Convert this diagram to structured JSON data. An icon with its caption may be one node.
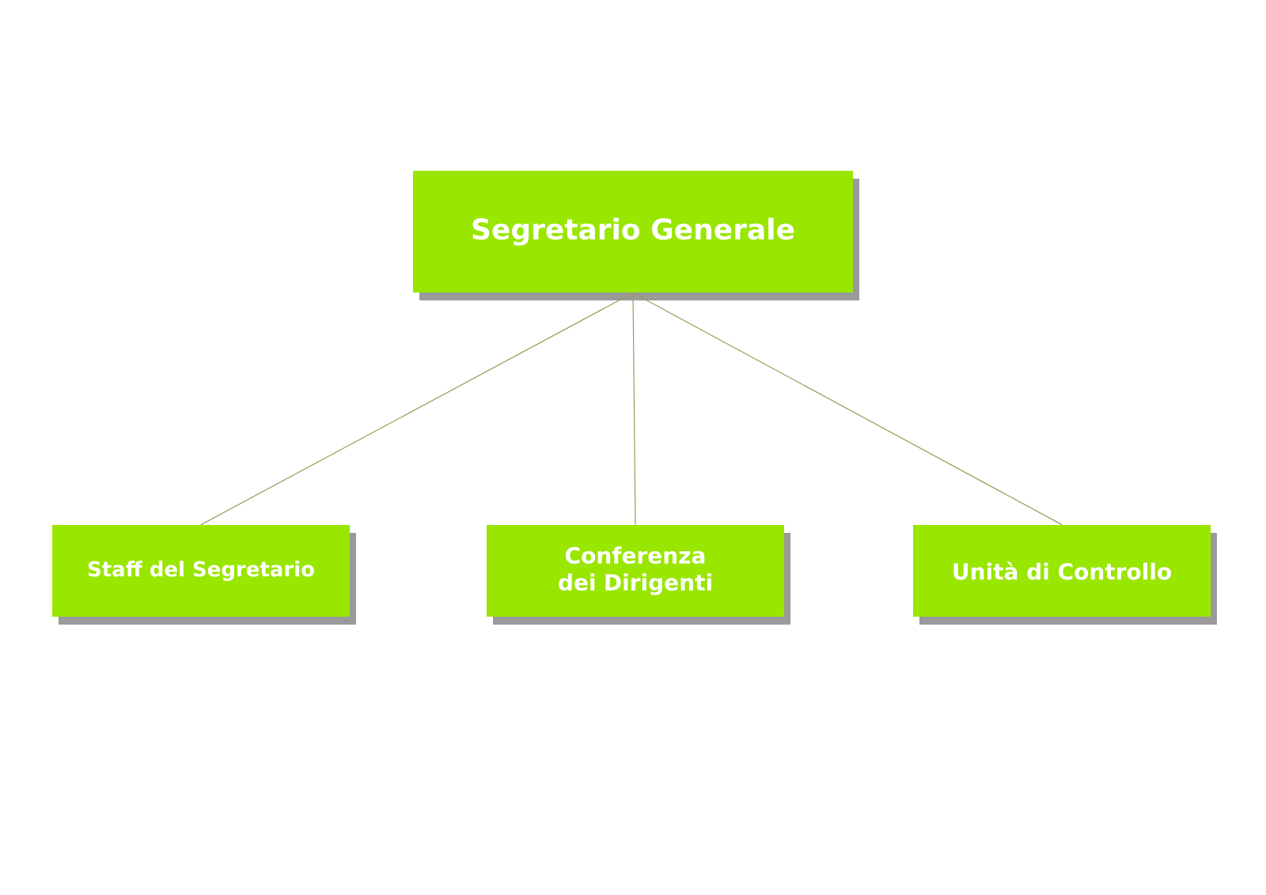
{
  "diagram": {
    "nodes": [
      {
        "text": [
          "Segretario Generale"
        ]
      },
      {
        "text": [
          "Staff del Segretario"
        ]
      },
      {
        "text": [
          "Conferenza dei Dirigenti"
        ]
      },
      {
        "text": [
          "Unità di Controllo"
        ]
      }
    ],
    "edges": [
      {
        "from": 0,
        "to": 1,
        "arrow": "none"
      },
      {
        "from": 0,
        "to": 2,
        "arrow": "none"
      },
      {
        "from": 0,
        "to": 3,
        "arrow": "none"
      }
    ]
  }
}
